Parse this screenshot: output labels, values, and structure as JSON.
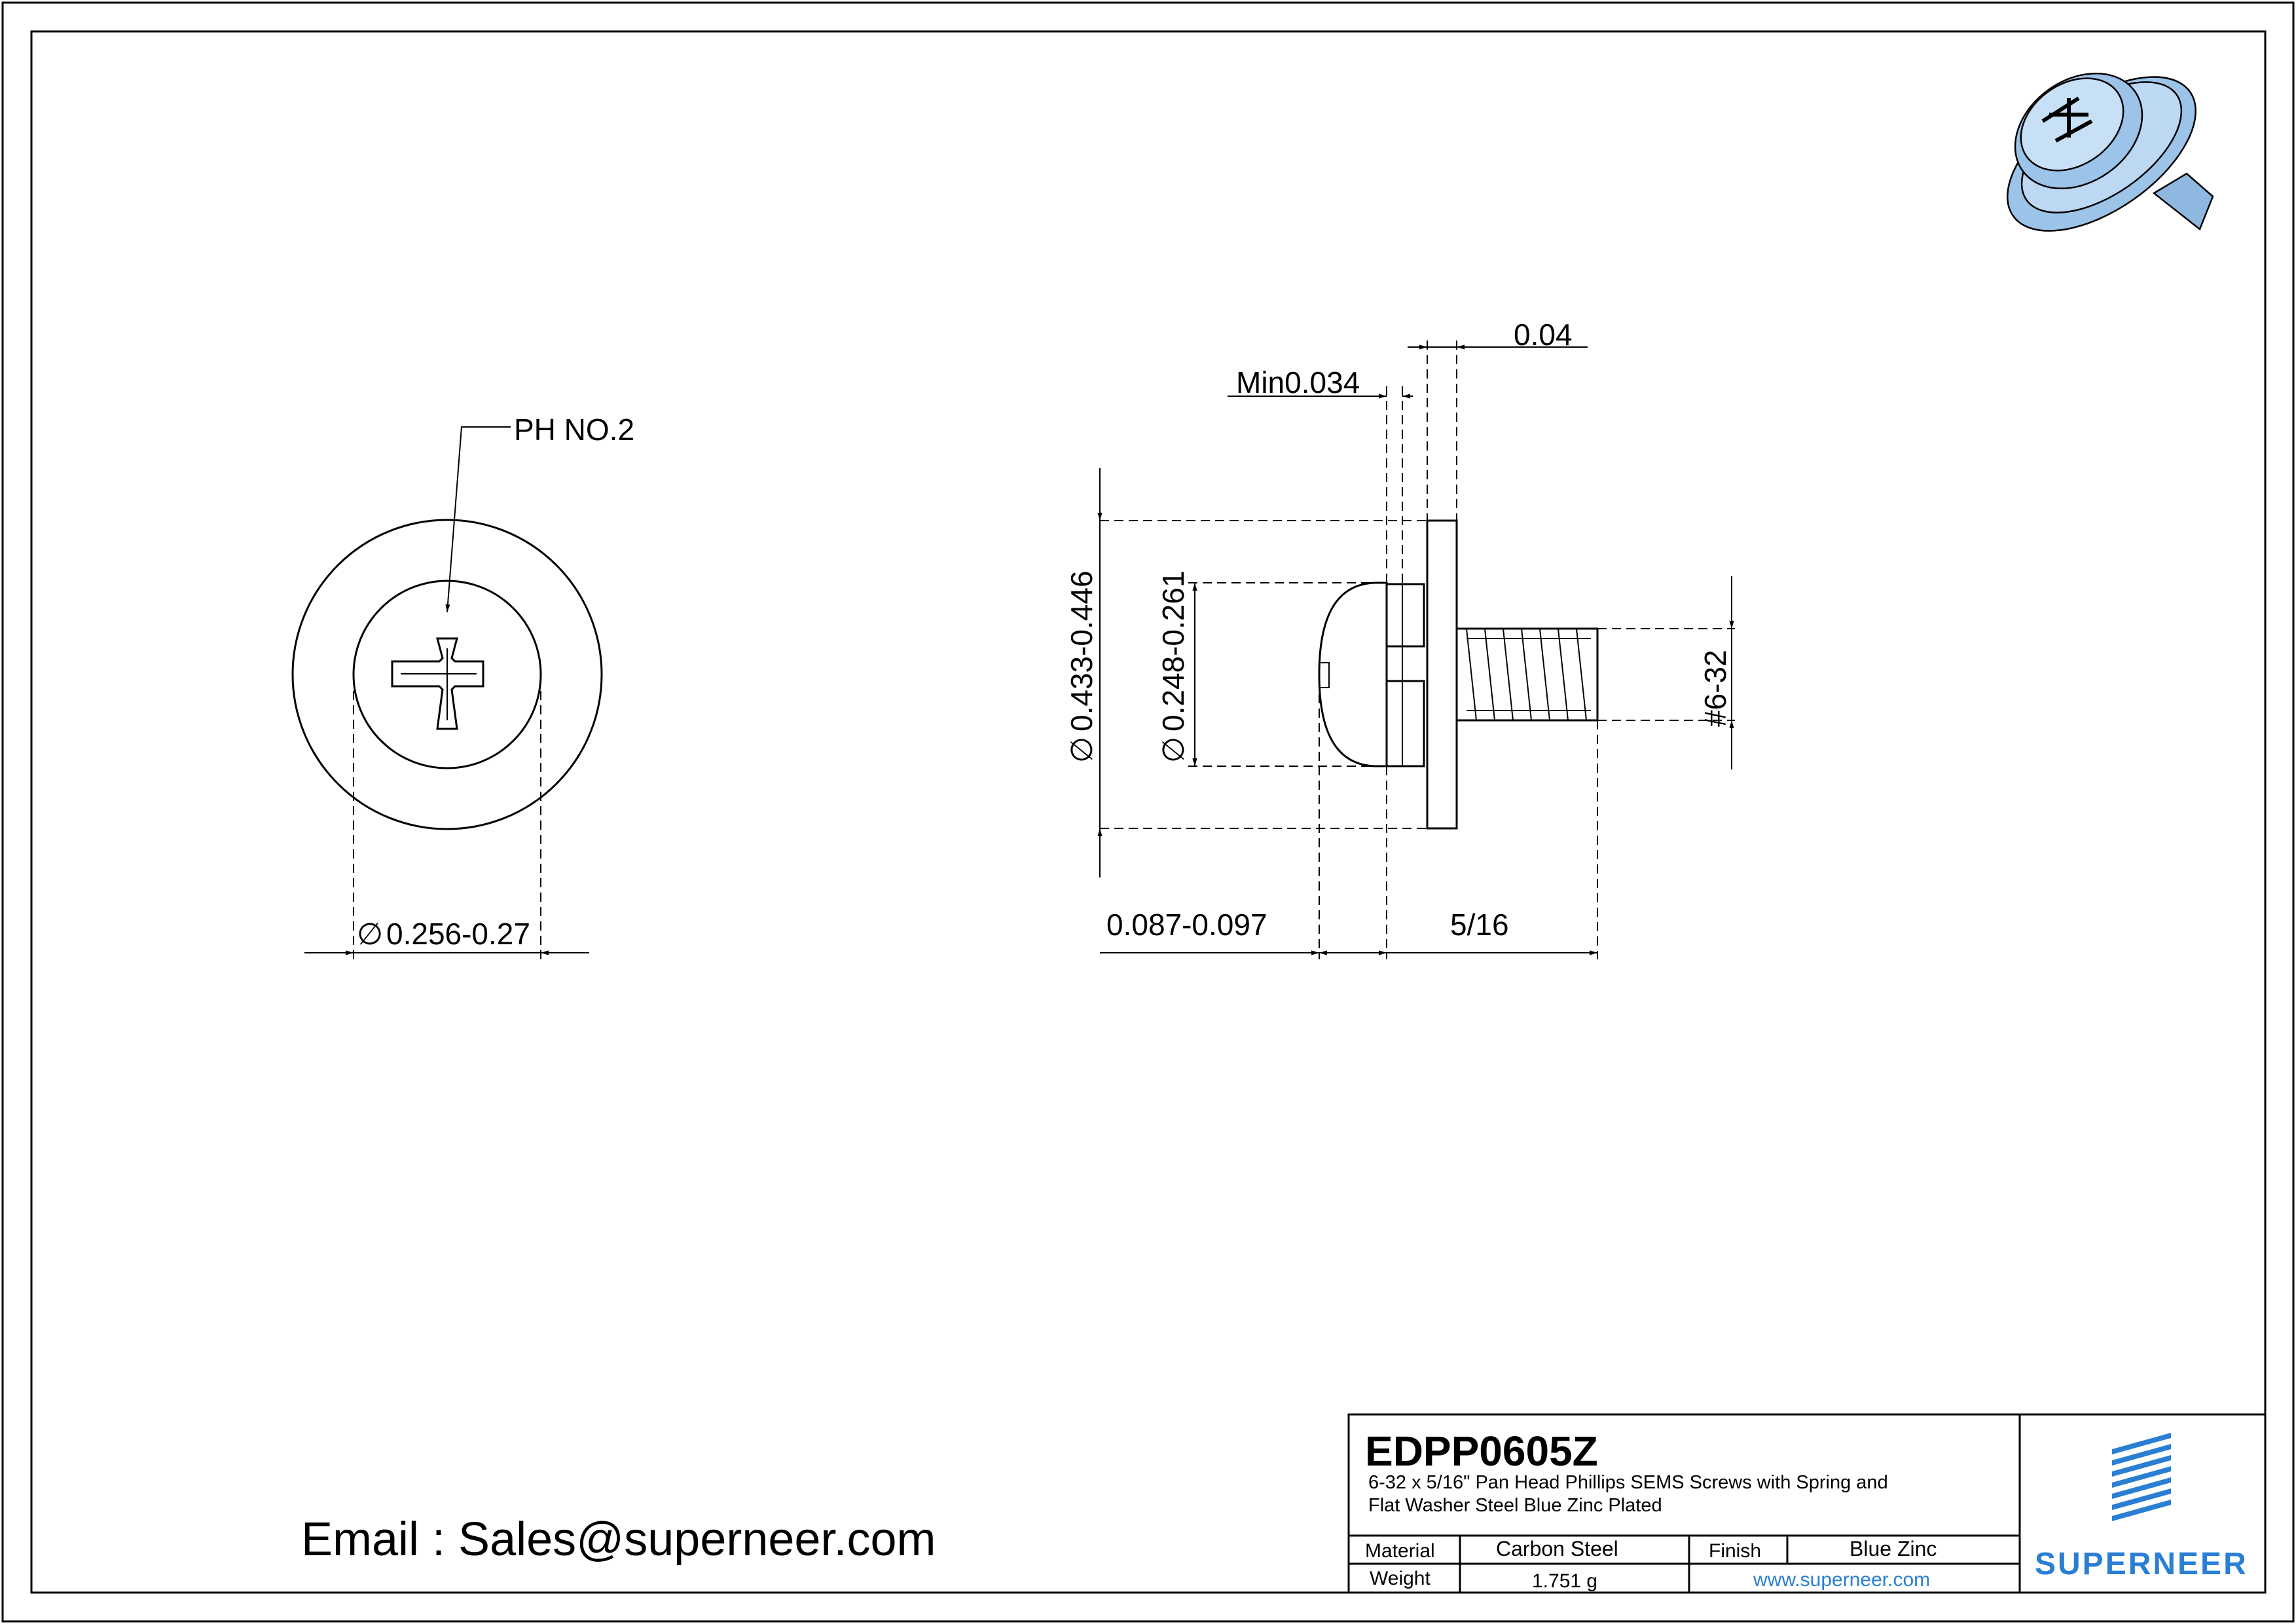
{
  "views": {
    "front": {
      "drive_label": "PH NO.2",
      "head_dia": "0.256-0.27",
      "dia_symbol": "∅"
    },
    "side": {
      "washer_thk": "0.04",
      "spring_thk": "Min0.034",
      "washer_dia": "0.433-0.446",
      "head_dia": "0.248-0.261",
      "head_height": "0.087-0.097",
      "length": "5/16",
      "thread": "#6-32",
      "dia_symbol": "∅"
    }
  },
  "email": "Email : Sales@superneer.com",
  "title_block": {
    "part_number": "EDPP0605Z",
    "description_line1": "6-32 x 5/16\" Pan Head Phillips SEMS Screws with Spring and",
    "description_line2": "Flat Washer Steel Blue Zinc Plated",
    "material_label": "Material",
    "material_value": "Carbon Steel",
    "finish_label": "Finish",
    "finish_value": "Blue Zinc",
    "weight_label": "Weight",
    "weight_value": "1.751 g",
    "website": "www.superneer.com",
    "brand": "SUPERNEER"
  },
  "colors": {
    "brand": "#2a7fd4",
    "line": "#000000",
    "part_blue": "#9cc3e8"
  }
}
